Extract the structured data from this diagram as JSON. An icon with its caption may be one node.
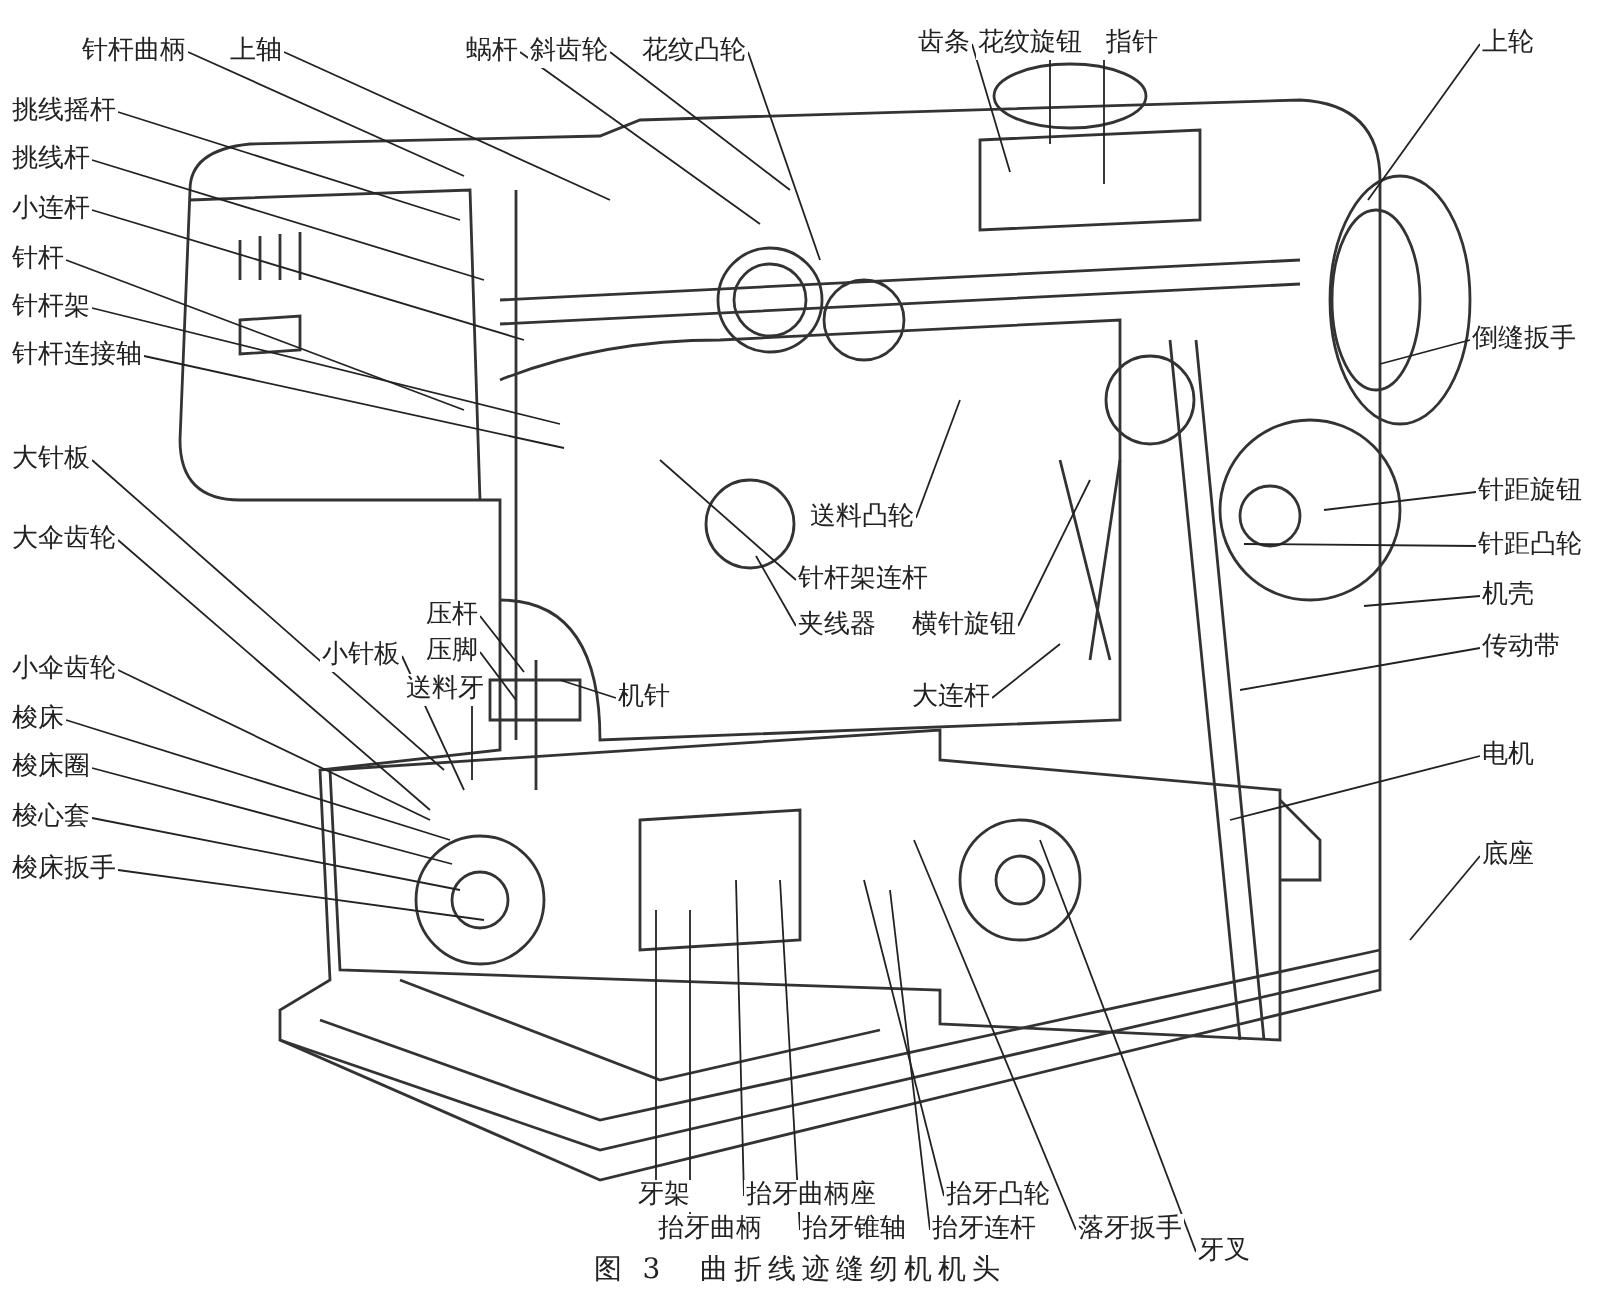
{
  "diagram": {
    "caption": "图 3　曲折线迹缝纫机机头",
    "nodes": [
      {
        "text": [
          "针杆曲柄"
        ]
      },
      {
        "text": [
          "上轴"
        ]
      },
      {
        "text": [
          "蜗杆"
        ]
      },
      {
        "text": [
          "斜齿轮"
        ]
      },
      {
        "text": [
          "花纹凸轮"
        ]
      },
      {
        "text": [
          "齿条"
        ]
      },
      {
        "text": [
          "花纹旋钮"
        ]
      },
      {
        "text": [
          "指针"
        ]
      },
      {
        "text": [
          "上轮"
        ]
      },
      {
        "text": [
          "挑线摇杆"
        ]
      },
      {
        "text": [
          "挑线杆"
        ]
      },
      {
        "text": [
          "小连杆"
        ]
      },
      {
        "text": [
          "针杆"
        ]
      },
      {
        "text": [
          "针杆架"
        ]
      },
      {
        "text": [
          "针杆连接轴"
        ]
      },
      {
        "text": [
          "倒缝扳手"
        ]
      },
      {
        "text": [
          "大针板"
        ]
      },
      {
        "text": [
          "大伞齿轮"
        ]
      },
      {
        "text": [
          "针距旋钮"
        ]
      },
      {
        "text": [
          "送料凸轮"
        ]
      },
      {
        "text": [
          "针距凸轮"
        ]
      },
      {
        "text": [
          "针杆架连杆"
        ]
      },
      {
        "text": [
          "机壳"
        ]
      },
      {
        "text": [
          "夹线器"
        ]
      },
      {
        "text": [
          "横针旋钮"
        ]
      },
      {
        "text": [
          "压杆"
        ]
      },
      {
        "text": [
          "传动带"
        ]
      },
      {
        "text": [
          "小针板"
        ]
      },
      {
        "text": [
          "压脚"
        ]
      },
      {
        "text": [
          "小伞齿轮"
        ]
      },
      {
        "text": [
          "送料牙"
        ]
      },
      {
        "text": [
          "机针"
        ]
      },
      {
        "text": [
          "大连杆"
        ]
      },
      {
        "text": [
          "梭床"
        ]
      },
      {
        "text": [
          "电机"
        ]
      },
      {
        "text": [
          "梭床圈"
        ]
      },
      {
        "text": [
          "梭心套"
        ]
      },
      {
        "text": [
          "底座"
        ]
      },
      {
        "text": [
          "梭床扳手"
        ]
      },
      {
        "text": [
          "牙架"
        ]
      },
      {
        "text": [
          "抬牙曲柄座"
        ]
      },
      {
        "text": [
          "抬牙凸轮"
        ]
      },
      {
        "text": [
          "抬牙曲柄"
        ]
      },
      {
        "text": [
          "抬牙锥轴"
        ]
      },
      {
        "text": [
          "抬牙连杆"
        ]
      },
      {
        "text": [
          "落牙扳手"
        ]
      },
      {
        "text": [
          "牙叉"
        ]
      }
    ],
    "edges": [
      {
        "from": 0,
        "to": null,
        "arrow": "none"
      },
      {
        "from": 1,
        "to": null,
        "arrow": "none"
      },
      {
        "from": 2,
        "to": null,
        "arrow": "none"
      },
      {
        "from": 3,
        "to": null,
        "arrow": "none"
      },
      {
        "from": 4,
        "to": null,
        "arrow": "none"
      },
      {
        "from": 5,
        "to": null,
        "arrow": "none"
      },
      {
        "from": 6,
        "to": null,
        "arrow": "none"
      },
      {
        "from": 7,
        "to": null,
        "arrow": "none"
      },
      {
        "from": 8,
        "to": null,
        "arrow": "none"
      },
      {
        "from": 9,
        "to": null,
        "arrow": "none"
      },
      {
        "from": 10,
        "to": null,
        "arrow": "none"
      },
      {
        "from": 11,
        "to": null,
        "arrow": "none"
      },
      {
        "from": 12,
        "to": null,
        "arrow": "none"
      },
      {
        "from": 13,
        "to": null,
        "arrow": "none"
      },
      {
        "from": 14,
        "to": null,
        "arrow": "none"
      },
      {
        "from": 15,
        "to": null,
        "arrow": "none"
      },
      {
        "from": 16,
        "to": null,
        "arrow": "none"
      },
      {
        "from": 17,
        "to": null,
        "arrow": "none"
      },
      {
        "from": 18,
        "to": null,
        "arrow": "none"
      },
      {
        "from": 19,
        "to": null,
        "arrow": "none"
      },
      {
        "from": 20,
        "to": null,
        "arrow": "none"
      },
      {
        "from": 21,
        "to": null,
        "arrow": "none"
      },
      {
        "from": 22,
        "to": null,
        "arrow": "none"
      },
      {
        "from": 23,
        "to": null,
        "arrow": "none"
      },
      {
        "from": 24,
        "to": null,
        "arrow": "none"
      },
      {
        "from": 25,
        "to": null,
        "arrow": "none"
      },
      {
        "from": 26,
        "to": null,
        "arrow": "none"
      },
      {
        "from": 27,
        "to": null,
        "arrow": "none"
      },
      {
        "from": 28,
        "to": null,
        "arrow": "none"
      },
      {
        "from": 29,
        "to": null,
        "arrow": "none"
      },
      {
        "from": 30,
        "to": null,
        "arrow": "none"
      },
      {
        "from": 31,
        "to": null,
        "arrow": "none"
      },
      {
        "from": 32,
        "to": null,
        "arrow": "none"
      },
      {
        "from": 33,
        "to": null,
        "arrow": "none"
      },
      {
        "from": 34,
        "to": null,
        "arrow": "none"
      },
      {
        "from": 35,
        "to": null,
        "arrow": "none"
      },
      {
        "from": 36,
        "to": null,
        "arrow": "none"
      },
      {
        "from": 37,
        "to": null,
        "arrow": "none"
      },
      {
        "from": 38,
        "to": null,
        "arrow": "none"
      },
      {
        "from": 39,
        "to": null,
        "arrow": "none"
      },
      {
        "from": 40,
        "to": null,
        "arrow": "none"
      },
      {
        "from": 41,
        "to": null,
        "arrow": "none"
      },
      {
        "from": 42,
        "to": null,
        "arrow": "none"
      },
      {
        "from": 43,
        "to": null,
        "arrow": "none"
      },
      {
        "from": 44,
        "to": null,
        "arrow": "none"
      },
      {
        "from": 45,
        "to": null,
        "arrow": "none"
      },
      {
        "from": 46,
        "to": null,
        "arrow": "none"
      }
    ]
  }
}
